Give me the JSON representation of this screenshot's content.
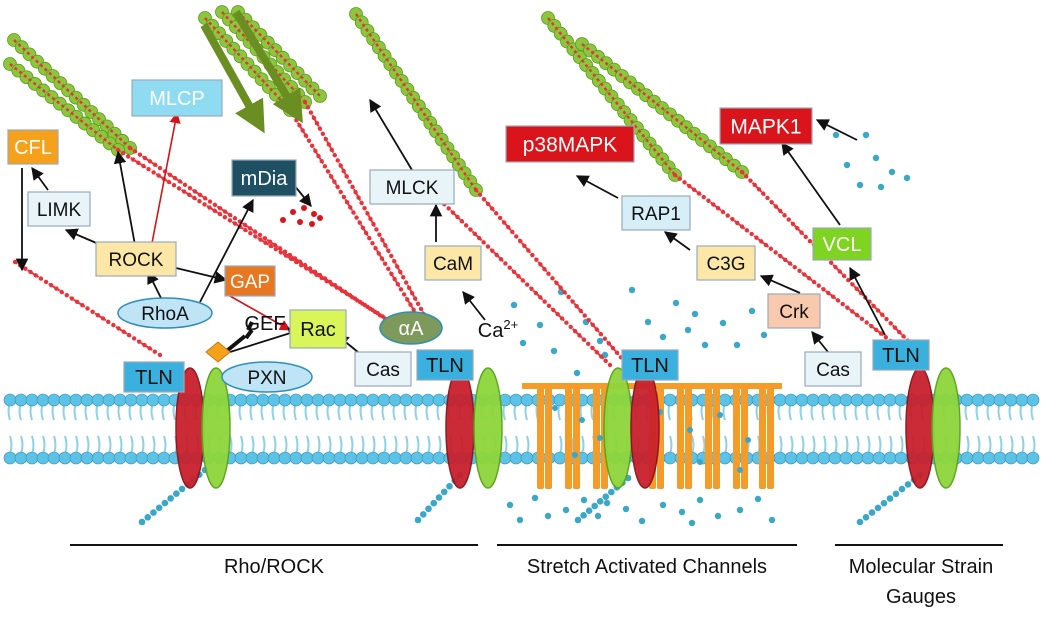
{
  "nodes": {
    "mlcp": {
      "label": "MLCP",
      "fill": "#8fdcf2",
      "text": "#ffffff"
    },
    "cfl": {
      "label": "CFL",
      "fill": "#f5a21a",
      "text": "#ffffff"
    },
    "limk": {
      "label": "LIMK",
      "fill": "#e8f4f8",
      "text": "#111111"
    },
    "rock": {
      "label": "ROCK",
      "fill": "#fde7a6",
      "text": "#111111"
    },
    "mdia": {
      "label": "mDia",
      "fill": "#1e4f63",
      "text": "#ffffff"
    },
    "gap": {
      "label": "GAP",
      "fill": "#e87722",
      "text": "#ffffff"
    },
    "rhoa": {
      "label": "RhoA",
      "fill": "#bfe4f5",
      "text": "#111111"
    },
    "gef": {
      "label": "GEF",
      "fill": "#ffffff",
      "text": "#111111"
    },
    "rac": {
      "label": "Rac",
      "fill": "#d9f55a",
      "text": "#111111"
    },
    "pxn": {
      "label": "PXN",
      "fill": "#bfe4f5",
      "text": "#111111"
    },
    "tln1": {
      "label": "TLN",
      "fill": "#39b0dd",
      "text": "#111111"
    },
    "cas1": {
      "label": "Cas",
      "fill": "#e8f4f8",
      "text": "#111111"
    },
    "alphaA": {
      "label": "αA",
      "fill": "#7d9a5c",
      "text": "#ffffff"
    },
    "mlck": {
      "label": "MLCK",
      "fill": "#e8f4f8",
      "text": "#111111"
    },
    "cam": {
      "label": "CaM",
      "fill": "#fde7a6",
      "text": "#111111"
    },
    "ca": {
      "label": "Ca",
      "sup": "2+",
      "fill": "#ffffff",
      "text": "#111111"
    },
    "tln2": {
      "label": "TLN",
      "fill": "#39b0dd",
      "text": "#111111"
    },
    "p38": {
      "label": "p38MAPK",
      "fill": "#d9141b",
      "text": "#ffffff"
    },
    "rap1": {
      "label": "RAP1",
      "fill": "#d6eef8",
      "text": "#111111"
    },
    "c3g": {
      "label": "C3G",
      "fill": "#fde7a6",
      "text": "#111111"
    },
    "crk": {
      "label": "Crk",
      "fill": "#f9c9ad",
      "text": "#111111"
    },
    "tln3": {
      "label": "TLN",
      "fill": "#39b0dd",
      "text": "#111111"
    },
    "cas2": {
      "label": "Cas",
      "fill": "#e8f4f8",
      "text": "#111111"
    },
    "mapk1": {
      "label": "MAPK1",
      "fill": "#d9141b",
      "text": "#ffffff"
    },
    "vcl": {
      "label": "VCL",
      "fill": "#7fd321",
      "text": "#ffffff"
    },
    "tln4": {
      "label": "TLN",
      "fill": "#39b0dd",
      "text": "#111111"
    }
  },
  "sections": {
    "rho": "Rho/ROCK",
    "sac": "Stretch Activated Channels",
    "msg_line1": "Molecular Strain",
    "msg_line2": "Gauges"
  },
  "colors": {
    "membrane_head": "#5cc3e6",
    "membrane_tail": "#8fd0e8",
    "actin_bead": "#8cc63f",
    "actin_core": "#e8333a",
    "integrin_red": "#c8202c",
    "integrin_green": "#8ed63a",
    "channel": "#f39c2a",
    "ion": "#3aa6c8",
    "arrow": "#111111",
    "inhibit": "#d4141b",
    "flow_arrow": "#6b8e23"
  }
}
